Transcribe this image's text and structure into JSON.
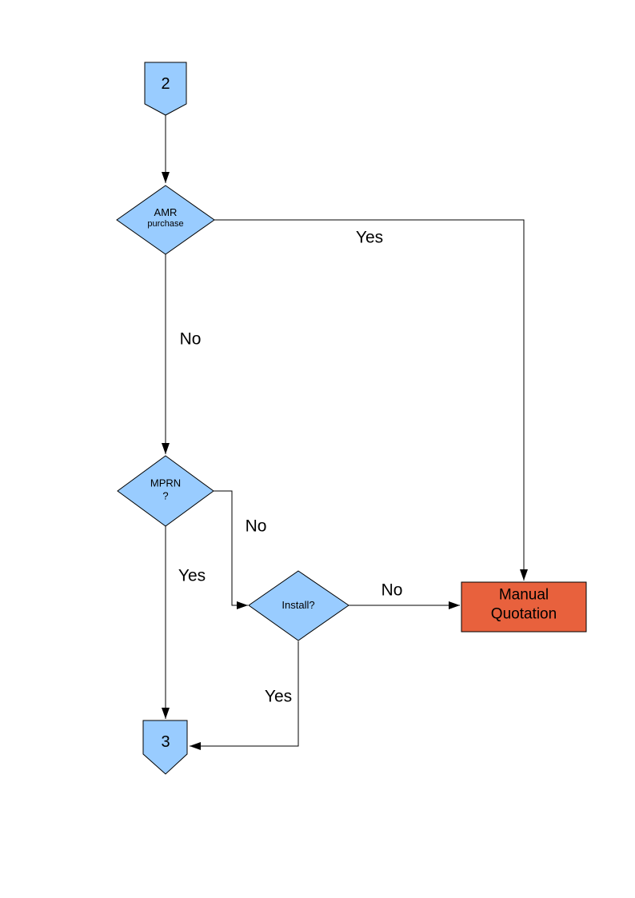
{
  "colors": {
    "node_fill": "#99ccff",
    "node_border": "#000000",
    "manual_quotation_fill": "#e8613d",
    "line": "#000000"
  },
  "nodes": {
    "connector_2": {
      "label": "2"
    },
    "amr_decision": {
      "line1": "AMR",
      "line2": "purchase"
    },
    "mprn_decision": {
      "line1": "MPRN",
      "line2": "?"
    },
    "install_decision": {
      "label": "Install?"
    },
    "manual_quotation": {
      "line1": "Manual",
      "line2": "Quotation"
    },
    "connector_3": {
      "label": "3"
    }
  },
  "edge_labels": {
    "amr_yes": "Yes",
    "amr_no": "No",
    "mprn_no": "No",
    "mprn_yes": "Yes",
    "install_no": "No",
    "install_yes": "Yes"
  }
}
